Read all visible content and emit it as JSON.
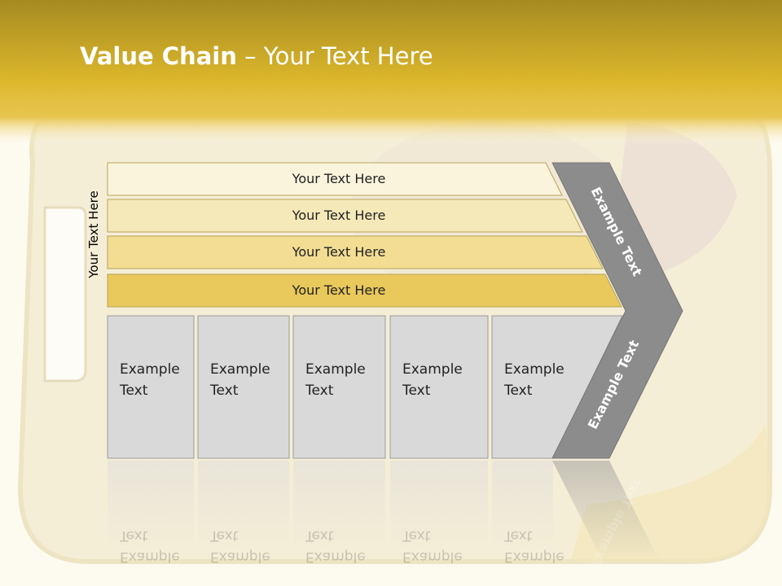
{
  "slide": {
    "title_bold": "Value Chain",
    "title_rest": " – Your Text Here",
    "side_label": "Your Text Here"
  },
  "bands": [
    {
      "label": "Your Text Here",
      "color": "#fbf4dc"
    },
    {
      "label": "Your Text Here",
      "color": "#f6e9b9"
    },
    {
      "label": "Your Text Here",
      "color": "#f2dd93"
    },
    {
      "label": "Your Text Here",
      "color": "#e9c85c"
    }
  ],
  "boxes": [
    {
      "line1": "Example",
      "line2": "Text"
    },
    {
      "line1": "Example",
      "line2": "Text"
    },
    {
      "line1": "Example",
      "line2": "Text"
    },
    {
      "line1": "Example",
      "line2": "Text"
    },
    {
      "line1": "Example",
      "line2": "Text"
    }
  ],
  "arrow": {
    "upper_label": "Example Text",
    "lower_label": "Example Text",
    "color": "#8c8c8c"
  },
  "colors": {
    "header": "#d9b325",
    "box_fill": "#d9d9d9",
    "box_border": "#9a9a9a"
  }
}
